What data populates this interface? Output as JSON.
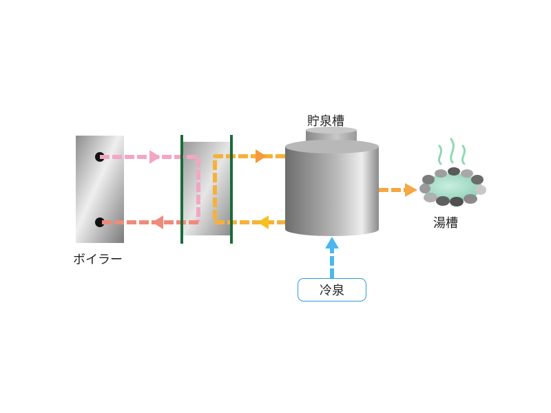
{
  "labels": {
    "boiler": "ボイラー",
    "storage_tank": "貯泉槽",
    "bath": "湯槽",
    "cold_spring": "冷泉"
  },
  "colors": {
    "hot_primary_supply": "#f3a6c4",
    "hot_primary_return": "#f08a7a",
    "secondary_loop": "#f6b13a",
    "tank_to_bath": "#f5a742",
    "cold_spring_pipe": "#4ab8ec",
    "heat_exchanger_plates": "#1a6b3a",
    "bath_water": "#a7dcc4",
    "steam": "#8fd8b0"
  },
  "icons": {
    "boiler": "boiler-unit-icon",
    "heat_exchanger": "plate-heat-exchanger-icon",
    "tank": "storage-tank-icon",
    "bath": "stone-bath-icon",
    "steam": "steam-icon"
  }
}
